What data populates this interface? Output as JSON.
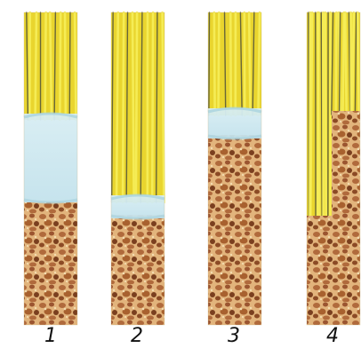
{
  "labels": [
    "1",
    "2",
    "3",
    "4"
  ],
  "colors": {
    "fiber_light": "#f7ef5a",
    "fiber_mid": "#e9d52e",
    "fiber_dark": "#5a5a3a",
    "fluid": "#cfe7ef",
    "fluid_edge": "#a9d3de",
    "bone_base": "#e2b47c",
    "bone_spot": "#b06a3c",
    "bone_dark": "#7a3f1f"
  }
}
